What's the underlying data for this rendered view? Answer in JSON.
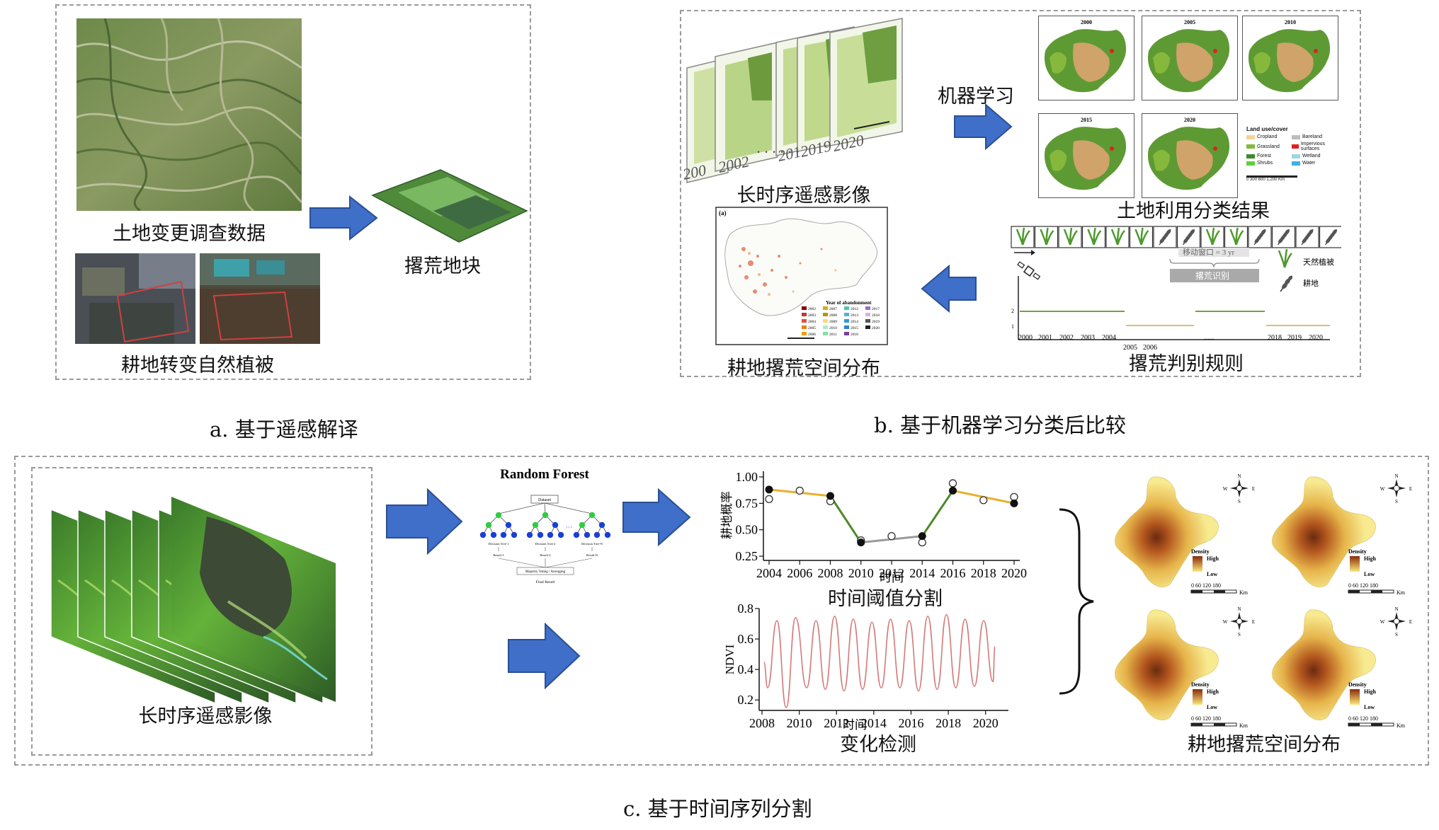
{
  "colors": {
    "arrow": "#3f6fc9",
    "arrow_border": "#2a4f94",
    "panel_border": "#9a9a9a",
    "orange_line": "#e8b02e",
    "green_line": "#4d8a2a",
    "gray_line": "#9a9a9a",
    "ndvi_line": "#d47a7a"
  },
  "panel_a": {
    "caption": "a. 基于遥感解译",
    "img1_label": "土地变更调查数据",
    "img2_label": "耕地转变自然植被",
    "result_label": "撂荒地块"
  },
  "panel_b": {
    "caption": "b. 基于机器学习分类后比较",
    "ml_label": "机器学习",
    "stack_label": "长时序遥感影像",
    "stack_years": [
      "200",
      "2002",
      "201",
      "2019",
      "2020"
    ],
    "lulc_label": "土地利用分类结果",
    "lulc_years": [
      "2000",
      "2005",
      "2010",
      "2015",
      "2020"
    ],
    "legend_title": "Land use/cover",
    "legend_items": [
      {
        "name": "Cropland",
        "color": "#f4d39a"
      },
      {
        "name": "Bareland",
        "color": "#bdbdbd"
      },
      {
        "name": "Grassland",
        "color": "#86b83b"
      },
      {
        "name": "Impervious surfaces",
        "color": "#e02020"
      },
      {
        "name": "Forest",
        "color": "#3f8a2a"
      },
      {
        "name": "Wetland",
        "color": "#9ad7e0"
      },
      {
        "name": "Shrubs",
        "color": "#5fcf3f"
      },
      {
        "name": "Water",
        "color": "#3fb0e8"
      }
    ],
    "scale_text": "0  300 600      1,200",
    "scale_unit": "Km",
    "abandon_label": "耕地撂荒空间分布",
    "abandon_map_tag": "(a)",
    "abandon_legend_title": "Year of abandonment",
    "abandon_years": [
      "2002",
      "2003",
      "2004",
      "2005",
      "2006",
      "2007",
      "2008",
      "2009",
      "2010",
      "2011",
      "2012",
      "2013",
      "2014",
      "2015",
      "2016",
      "2017",
      "2018",
      "2019",
      "2020"
    ],
    "rule_label": "撂荒判别规则",
    "window_text": "移动窗口 = 3 yr",
    "detect_text": "撂荒识别",
    "legend_natural": "天然植被",
    "legend_cropland": "耕地",
    "rule_years": [
      "2000",
      "2001",
      "2002",
      "2003",
      "2004",
      "2005",
      "2006",
      "2018",
      "2019",
      "2020"
    ],
    "rule_ellipsis": "......",
    "rule_y_ticks": [
      "2",
      "1"
    ]
  },
  "panel_c": {
    "caption": "c. 基于时间序列分割",
    "stack_label": "长时序遥感影像",
    "rf_title": "Random Forest",
    "rf_dataset": "Dataset",
    "rf_trees": [
      "Decision Tree-1",
      "Decision Tree-2",
      "Decision Tree-N"
    ],
    "rf_results": [
      "Result-1",
      "Result-2",
      "Result-N"
    ],
    "rf_vote": "Majority Voting / Averaging",
    "rf_final": "Final Result",
    "threshold_label": "时间阈值分割",
    "change_label": "变化检测",
    "result_label": "耕地撂荒空间分布",
    "map_density": "Density",
    "map_high": "High",
    "map_low": "Low",
    "map_scale": "0   60  120 180",
    "map_km": "Km",
    "compass": [
      "N",
      "S",
      "W",
      "E"
    ]
  },
  "chart_data": [
    {
      "type": "line",
      "ylabel": "耕地概率",
      "xlabel": "时间",
      "xlim": [
        2004,
        2020
      ],
      "ylim": [
        0.25,
        1.0
      ],
      "x_ticks": [
        2004,
        2006,
        2008,
        2010,
        2012,
        2014,
        2016,
        2018,
        2020
      ],
      "y_ticks": [
        0.25,
        0.5,
        0.75,
        1.0
      ],
      "y_tick_labels": [
        "0.25",
        "0.50",
        "0.75",
        "1.00"
      ],
      "series": [
        {
          "values_x": [
            2004,
            2006,
            2008,
            2010,
            2012,
            2014,
            2016,
            2018,
            2020
          ],
          "values_y": [
            0.79,
            0.87,
            0.77,
            0.4,
            0.44,
            0.38,
            0.94,
            0.78,
            0.81
          ],
          "marker": "open"
        },
        {
          "values_x": [
            2004,
            2008,
            2010,
            2014,
            2016,
            2020
          ],
          "values_y": [
            0.88,
            0.82,
            0.38,
            0.44,
            0.87,
            0.75
          ],
          "marker": "filled"
        }
      ],
      "segments": [
        {
          "x": [
            2004,
            2008
          ],
          "y": [
            0.88,
            0.82
          ],
          "color": "orange"
        },
        {
          "x": [
            2008,
            2010
          ],
          "y": [
            0.82,
            0.38
          ],
          "color": "green"
        },
        {
          "x": [
            2010,
            2014
          ],
          "y": [
            0.38,
            0.44
          ],
          "color": "gray"
        },
        {
          "x": [
            2014,
            2016
          ],
          "y": [
            0.44,
            0.87
          ],
          "color": "green"
        },
        {
          "x": [
            2016,
            2020
          ],
          "y": [
            0.87,
            0.75
          ],
          "color": "orange"
        }
      ]
    },
    {
      "type": "line",
      "ylabel": "NDVI",
      "xlabel": "时间",
      "xlim": [
        2008,
        2021
      ],
      "ylim": [
        0.15,
        0.8
      ],
      "x_ticks": [
        2008,
        2010,
        2012,
        2014,
        2016,
        2018,
        2020
      ],
      "y_ticks": [
        0.2,
        0.4,
        0.6,
        0.8
      ],
      "y_tick_labels": [
        "0.2",
        "0.4",
        "0.6",
        "0.8"
      ],
      "series": [
        {
          "name": "",
          "peaks_x": [
            2008.8,
            2009.8,
            2010.9,
            2011.9,
            2012.9,
            2013.9,
            2014.9,
            2015.9,
            2016.9,
            2017.9,
            2018.9,
            2019.9
          ],
          "peaks_y": [
            0.72,
            0.74,
            0.72,
            0.75,
            0.73,
            0.71,
            0.73,
            0.72,
            0.75,
            0.76,
            0.73,
            0.72
          ],
          "troughs_x": [
            2008.3,
            2009.3,
            2010.4,
            2011.4,
            2012.4,
            2013.4,
            2014.4,
            2015.4,
            2016.4,
            2017.4,
            2018.4,
            2019.4,
            2020.4
          ],
          "troughs_y": [
            0.28,
            0.15,
            0.28,
            0.27,
            0.26,
            0.27,
            0.28,
            0.28,
            0.26,
            0.27,
            0.28,
            0.29,
            0.32
          ]
        }
      ]
    }
  ]
}
